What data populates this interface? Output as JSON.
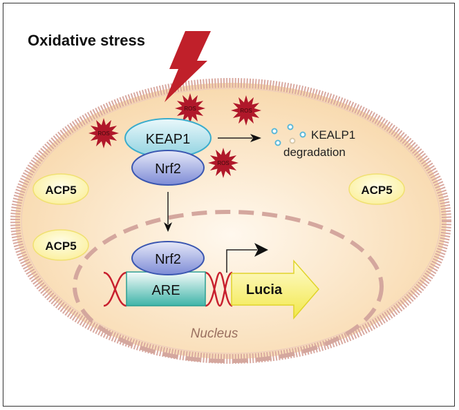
{
  "title": "Oxidative stress",
  "proteins": {
    "keap1": "KEAP1",
    "nrf2_cyto": "Nrf2",
    "nrf2_nuc": "Nrf2"
  },
  "ros_label": "ROS",
  "degradation": {
    "line1": "KEALP1",
    "line2": "degradation"
  },
  "acp5": [
    "ACP5",
    "ACP5",
    "ACP5"
  ],
  "are_label": "ARE",
  "reporter_label": "Lucia",
  "nucleus_label": "Nucleus",
  "colors": {
    "ros": "#b0182a",
    "bolt": "#c0202a",
    "cell": "#fbe3c3",
    "membrane": "#d9a9a0",
    "keap1": "#bfe6f0",
    "nrf2": "#9fa9e0",
    "are": "#3fb4a8",
    "lucia": "#f4ec5a"
  }
}
